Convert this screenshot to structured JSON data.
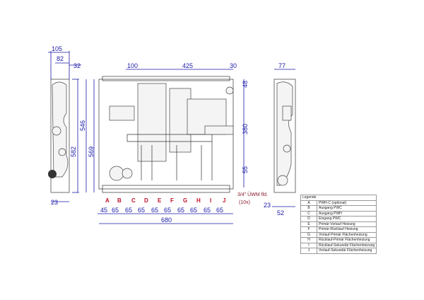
{
  "dimensions": {
    "left_view": {
      "w_total": "105",
      "w_inner": "82",
      "offset_top": "32",
      "h_582": "582",
      "bottom": "23"
    },
    "front_view": {
      "top_left": "100",
      "top_mid": "425",
      "top_right": "30",
      "right_top": "48",
      "right_mid": "380",
      "right_bottom": "55",
      "h_546": "546",
      "h_569": "569",
      "bottom_first": "45",
      "spacing": [
        "65",
        "65",
        "65",
        "65",
        "65",
        "65",
        "65",
        "65",
        "65"
      ],
      "total_width": "680"
    },
    "right_view": {
      "top": "77",
      "bottom_left": "23",
      "bottom_right": "52"
    }
  },
  "connection_labels": [
    "A",
    "B",
    "C",
    "D",
    "E",
    "F",
    "G",
    "H",
    "I",
    "J"
  ],
  "connection_note": {
    "line1": "3/4\" ÜWM fld.",
    "line2": "(10x)"
  },
  "legend": {
    "title": "Legende",
    "rows": [
      {
        "key": "A",
        "text": "PWH-C (optional)"
      },
      {
        "key": "B",
        "text": "Ausgang PWC"
      },
      {
        "key": "C",
        "text": "Ausgang PWH"
      },
      {
        "key": "D",
        "text": "Eingang PWC"
      },
      {
        "key": "E",
        "text": "Primär-Vorlauf Heizung"
      },
      {
        "key": "F",
        "text": "Primär-Rücklauf Heizung"
      },
      {
        "key": "G",
        "text": "Vorlauf-Primär Flächenheizung"
      },
      {
        "key": "H",
        "text": "Rücklauf-Primär Flächenheizung"
      },
      {
        "key": "I",
        "text": "Rücklauf-Sekundär Flächenheizung"
      },
      {
        "key": "J",
        "text": "Vorlauf-Sekundär Flächenheizung"
      }
    ]
  },
  "colors": {
    "dimension": "#1a1aa8",
    "label": "#c0102a"
  }
}
